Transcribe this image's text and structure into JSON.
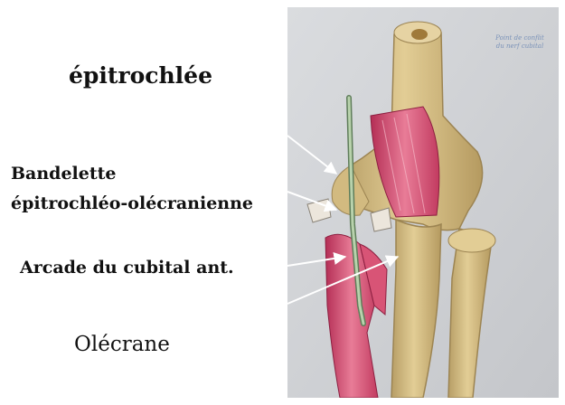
{
  "labels": {
    "epitrochlee": "épitrochlée",
    "bandelette_line1": "Bandelette",
    "bandelette_line2": "épitrochléo-olécranienne",
    "arcade": "Arcade du cubital ant.",
    "olecrane": "Olécrane"
  },
  "illustration": {
    "corner_note_line1": "Point de conflit",
    "corner_note_line2": "du nerf cubital"
  },
  "colors": {
    "bone": "#d9c38a",
    "bone_shadow": "#b9a06a",
    "muscle": "#cc3f63",
    "muscle_light": "#e67f99",
    "nerve": "#8fae86",
    "background_panel": "#cfd1d4",
    "arrow": "#ffffff"
  }
}
